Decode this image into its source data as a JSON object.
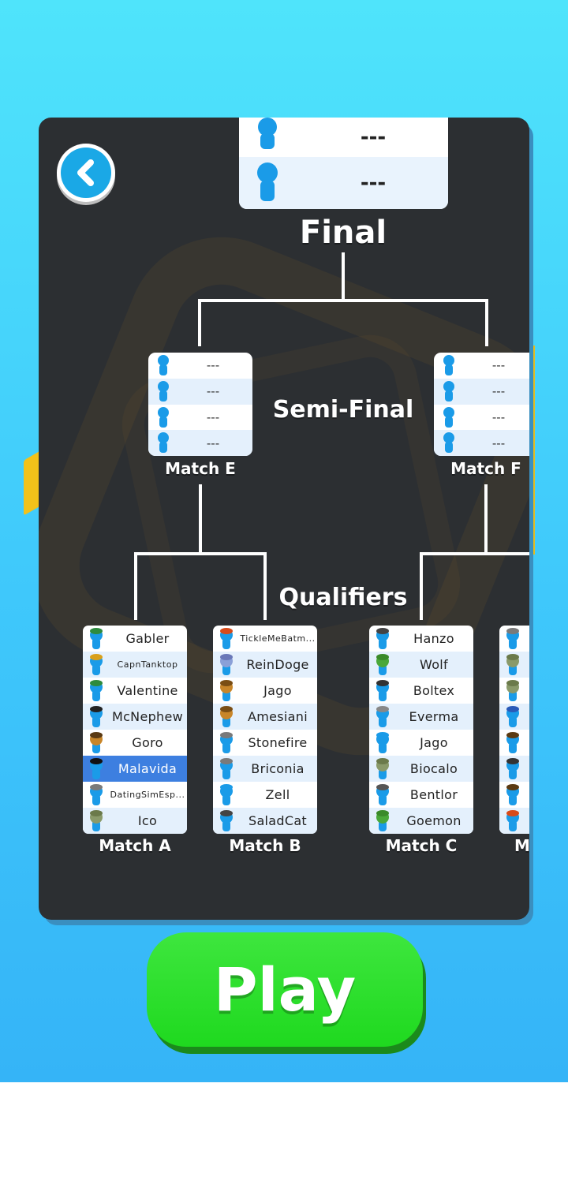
{
  "stages": {
    "final": "Final",
    "semi": "Semi-Final",
    "qualifiers": "Qualifiers"
  },
  "colors": {
    "accent": "#1aa8e6",
    "play": "#22dd22",
    "selected_row": "#3d7fe0",
    "panel": "#2c2f32"
  },
  "final": {
    "slots": [
      "---",
      "---"
    ]
  },
  "semis": [
    {
      "label": "Match E",
      "slots": [
        "---",
        "---",
        "---",
        "---"
      ]
    },
    {
      "label": "Match F",
      "slots": [
        "---",
        "---",
        "---",
        "---"
      ]
    }
  ],
  "qualifiers": [
    {
      "label": "Match A",
      "players": [
        {
          "name": "Gabler"
        },
        {
          "name": "CapnTanktop"
        },
        {
          "name": "Valentine"
        },
        {
          "name": "McNephew"
        },
        {
          "name": "Goro"
        },
        {
          "name": "Malavida"
        },
        {
          "name": "DatingSimEsp..."
        },
        {
          "name": "Ico"
        }
      ]
    },
    {
      "label": "Match B",
      "players": [
        {
          "name": "TickleMeBatm..."
        },
        {
          "name": "ReinDoge"
        },
        {
          "name": "Jago"
        },
        {
          "name": "Amesiani"
        },
        {
          "name": "Stonefire"
        },
        {
          "name": "Briconia"
        },
        {
          "name": "Zell"
        },
        {
          "name": "SaladCat"
        }
      ]
    },
    {
      "label": "Match C",
      "players": [
        {
          "name": "Hanzo"
        },
        {
          "name": "Wolf"
        },
        {
          "name": "Boltex"
        },
        {
          "name": "Everma"
        },
        {
          "name": "Jago"
        },
        {
          "name": "Biocalo"
        },
        {
          "name": "Bentlor"
        },
        {
          "name": "Goemon"
        }
      ]
    },
    {
      "label": "M"
    }
  ],
  "buttons": {
    "play": "Play"
  },
  "icons": {
    "back": "chevron-left-icon",
    "avatar": "player-avatar-icon"
  }
}
